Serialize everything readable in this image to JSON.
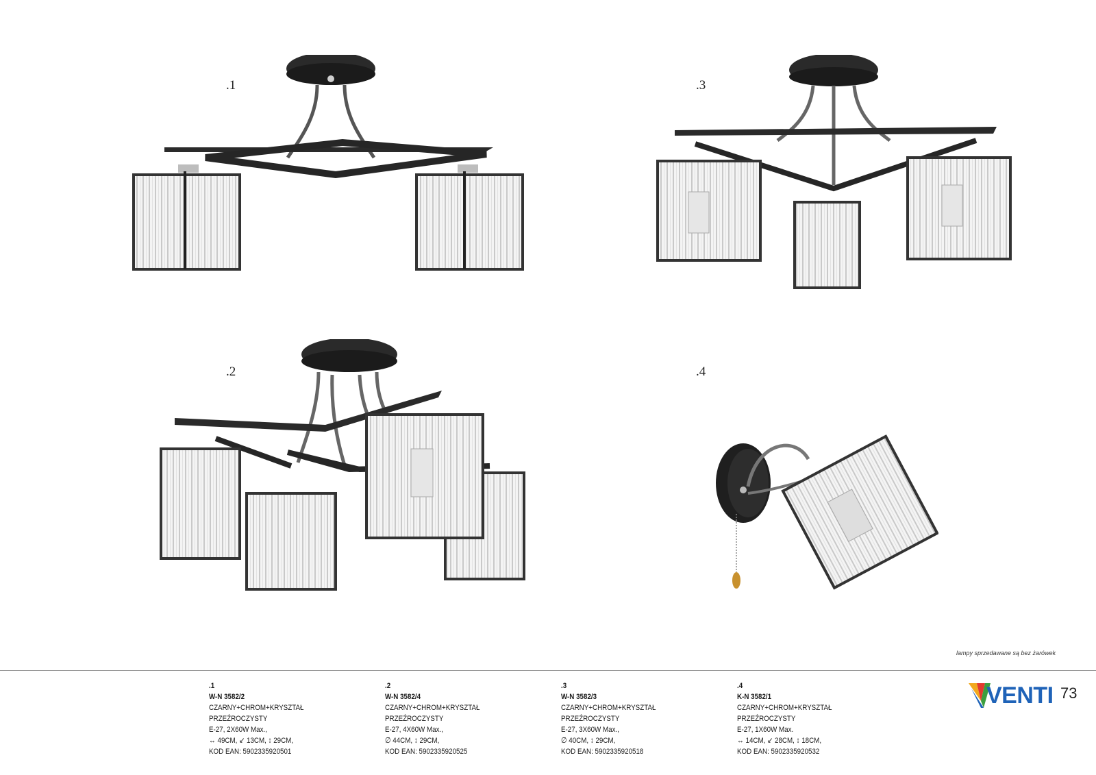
{
  "figure_labels": [
    ".1",
    ".3",
    ".2",
    ".4"
  ],
  "note": "lampy sprzedawane są bez żarówek",
  "products": [
    {
      "num": ".1",
      "code": "W-N 3582/2",
      "lines": [
        "CZARNY+CHROM+KRYSZTAŁ",
        "PRZEŹROCZYSTY",
        "E-27, 2X60W Max.,",
        "↔ 49CM, ↙ 13CM, ↕ 29CM,",
        "KOD EAN: 5902335920501"
      ]
    },
    {
      "num": ".2",
      "code": "W-N 3582/4",
      "lines": [
        "CZARNY+CHROM+KRYSZTAŁ",
        "PRZEŹROCZYSTY",
        "E-27, 4X60W Max.,",
        "∅ 44CM, ↕ 29CM,",
        "KOD EAN: 5902335920525"
      ]
    },
    {
      "num": ".3",
      "code": "W-N 3582/3",
      "lines": [
        "CZARNY+CHROM+KRYSZTAŁ",
        "PRZEŹROCZYSTY",
        "E-27, 3X60W Max.,",
        "∅ 40CM, ↕ 29CM,",
        "KOD EAN: 5902335920518"
      ]
    },
    {
      "num": ".4",
      "code": "K-N 3582/1",
      "lines": [
        "CZARNY+CHROM+KRYSZTAŁ",
        "PRZEŹROCZYSTY",
        "E-27, 1X60W Max.",
        "↔ 14CM, ↙ 28CM, ↕ 18CM,",
        "KOD EAN: 5902335920532"
      ]
    }
  ],
  "brand": {
    "name": "VENTI",
    "color": "#1f63b8"
  },
  "page_number": "73",
  "icons": [
    "ceiling-lamp-2-icon",
    "ceiling-lamp-3-icon",
    "ceiling-lamp-4-icon",
    "wall-lamp-icon",
    "venti-logo-icon"
  ]
}
